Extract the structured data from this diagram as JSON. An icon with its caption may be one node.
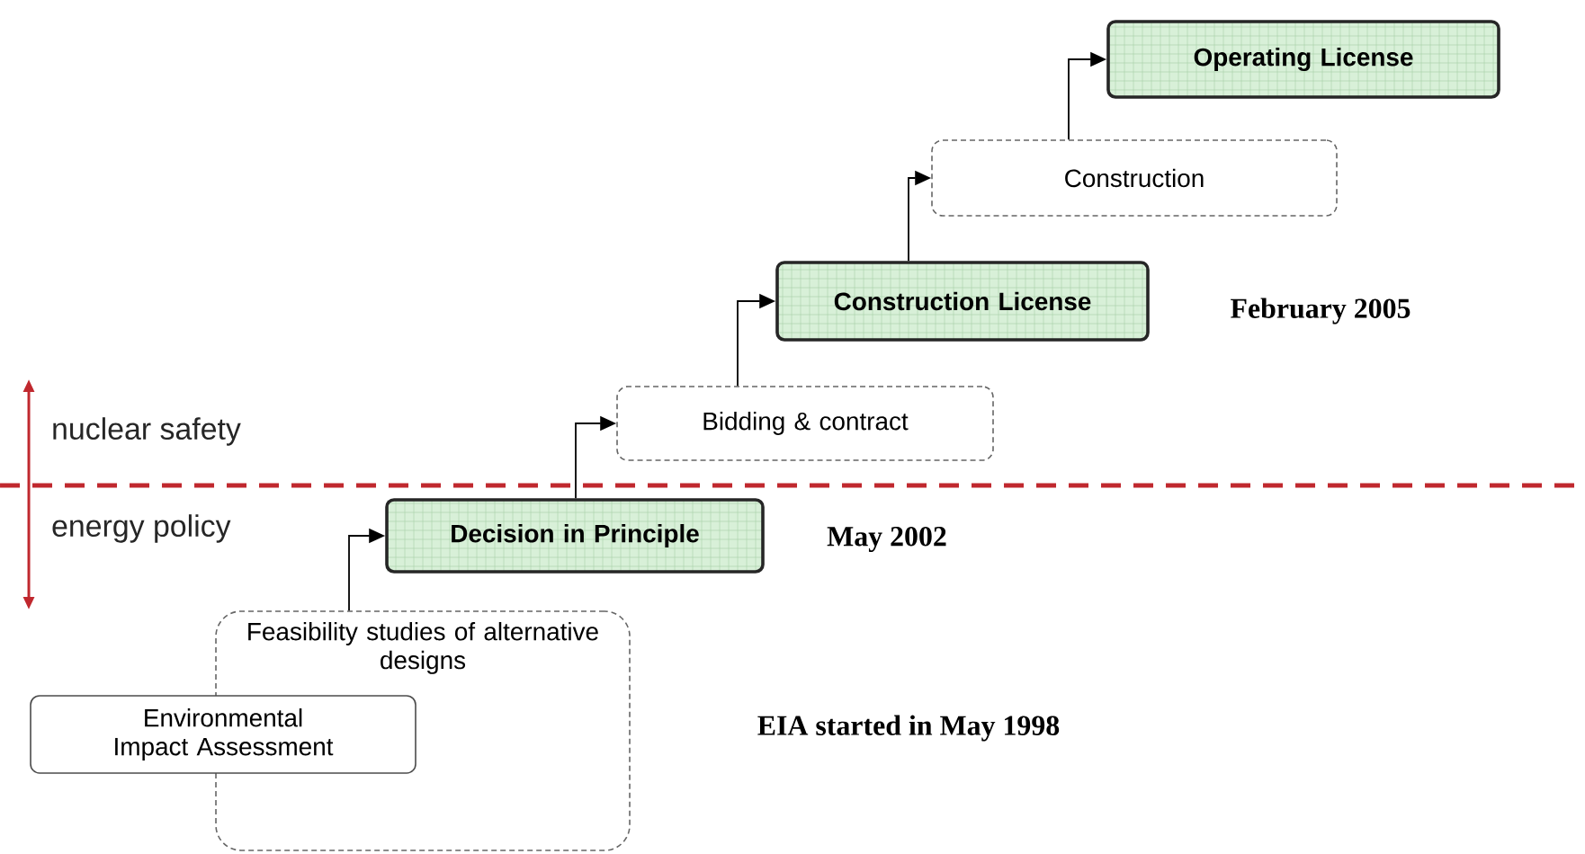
{
  "diagram": {
    "nodes": [
      {
        "text": [
          "Environmental Impact Assessment"
        ]
      },
      {
        "text": [
          "Feasibility studies of alternative designs"
        ]
      },
      {
        "text": [
          "Decision in Principle"
        ],
        "beside": [
          "May 2002"
        ]
      },
      {
        "text": [
          "Bidding & contract"
        ]
      },
      {
        "text": [
          "Construction License"
        ],
        "beside": [
          "February 2005"
        ]
      },
      {
        "text": [
          "Construction"
        ]
      },
      {
        "text": [
          "Operating License"
        ]
      }
    ],
    "edges": [
      {
        "from": 1,
        "to": 2,
        "arrow": "to"
      },
      {
        "from": 2,
        "to": 3,
        "arrow": "to"
      },
      {
        "from": 3,
        "to": 4,
        "arrow": "to"
      },
      {
        "from": 4,
        "to": 5,
        "arrow": "to"
      },
      {
        "from": 5,
        "to": 6,
        "arrow": "to"
      }
    ],
    "labels": [
      "nuclear safety",
      "energy policy",
      "EIA started in May 1998"
    ]
  }
}
